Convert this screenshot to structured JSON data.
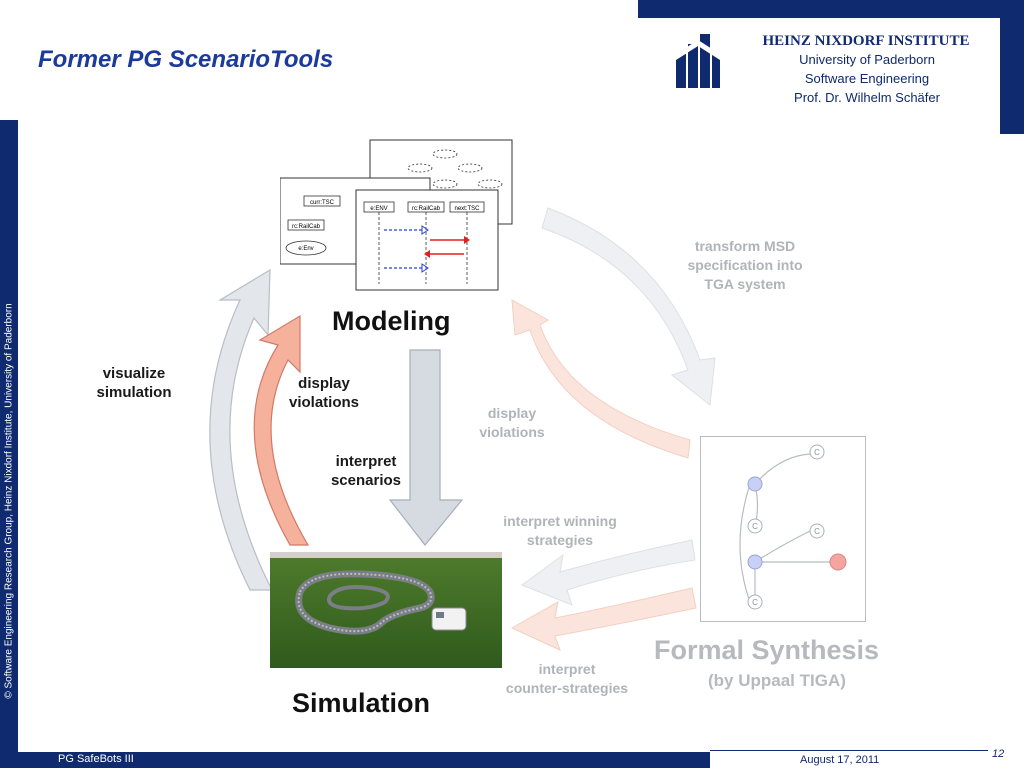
{
  "slide": {
    "title": "Former PG ScenarioTools"
  },
  "institute": {
    "name": "HEINZ NIXDORF INSTITUTE",
    "line1": "University of Paderborn",
    "line2": "Software Engineering",
    "line3": "Prof. Dr. Wilhelm Schäfer"
  },
  "sidebar": {
    "copyright": "© Software Engineering Research Group, Heinz Nixdorf Institute, University of Paderborn"
  },
  "diagram": {
    "modeling_label": "Modeling",
    "simulation_label": "Simulation",
    "formal_synthesis_label": "Formal Synthesis",
    "formal_synthesis_sub": "(by Uppaal TIGA)",
    "visualize_simulation_1": "visualize",
    "visualize_simulation_2": "simulation",
    "display_violations_1": "display",
    "display_violations_2": "violations",
    "interpret_scenarios_1": "interpret",
    "interpret_scenarios_2": "scenarios",
    "transform_1": "transform MSD",
    "transform_2": "specification into",
    "transform_3": "TGA system",
    "display_violations_faded_1": "display",
    "display_violations_faded_2": "violations",
    "interpret_winning_1": "interpret winning",
    "interpret_winning_2": "strategies",
    "interpret_counter_1": "interpret",
    "interpret_counter_2": "counter-strategies",
    "msd_lifelines": [
      "e:ENV",
      "rc:RailCab",
      "next:TSC"
    ],
    "object_labels": [
      "curr:TSC",
      "rc:RailCab",
      "e:Env"
    ],
    "state_label": "C"
  },
  "colors": {
    "brand_blue": "#0f2a6e",
    "title_blue": "#1b3a9c",
    "salmon_arrow": "#f4a58e",
    "grey_arrow": "#c9ced6"
  },
  "footer": {
    "left": "PG SafeBots III",
    "date": "August 17, 2011",
    "page": "12"
  }
}
